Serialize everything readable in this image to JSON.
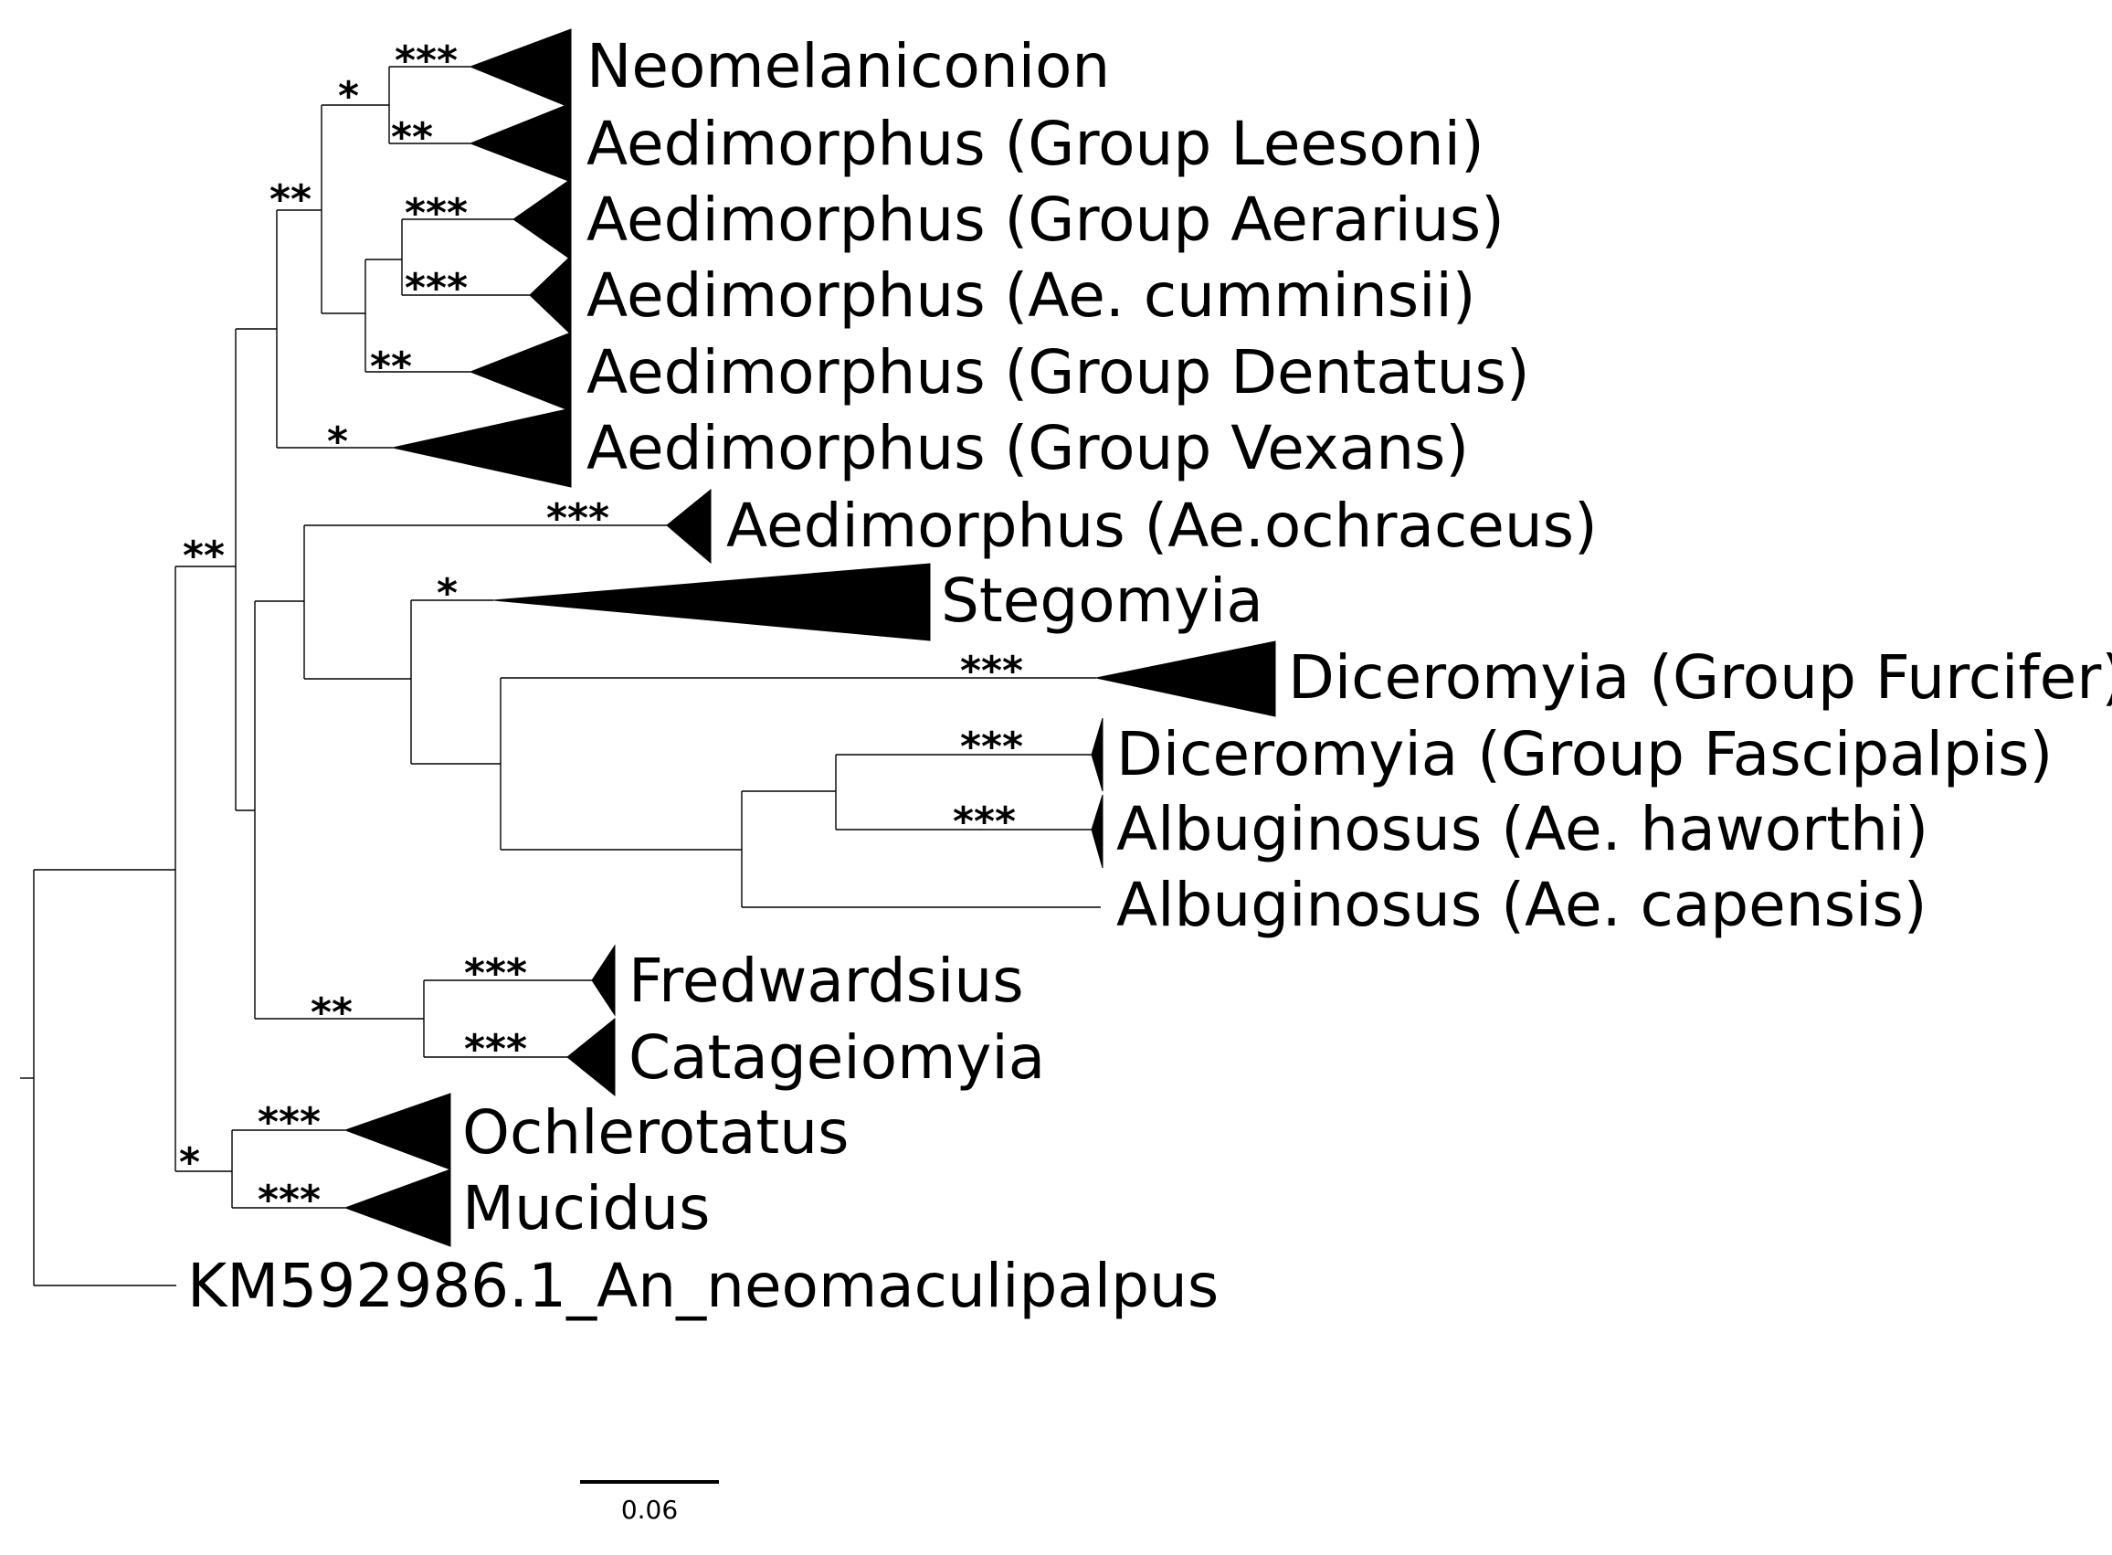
{
  "taxa": [
    "Neomelaniconion",
    "Aedimorphus (Group Leesoni)",
    "Aedimorphus (Group Aerarius)",
    "Aedimorphus (Ae. cumminsii)",
    "Aedimorphus (Group Dentatus)",
    "Aedimorphus (Group Vexans)",
    "Aedimorphus (Ae.ochraceus)",
    "Stegomyia",
    "Diceromyia (Group Furcifer)",
    "Diceromyia (Group Fascipalpis)",
    "Albuginosus (Ae. haworthi)",
    "Albuginosus (Ae. capensis)",
    "Fredwardsius",
    "Catageiomyia",
    "Ochlerotatus",
    "Mucidus",
    "KM592986.1_An_neomaculipalpus"
  ],
  "support_values": {
    "neomelaniconion": "***",
    "leesoni": "**",
    "neomelaniconion_leesoni": "*",
    "aerarius": "***",
    "cumminsii": "***",
    "dentatus": "**",
    "core_aedimorphus": "**",
    "vexans": "*",
    "ochraceus": "***",
    "stegomyia": "*",
    "furcifer": "***",
    "fascipalpis": "***",
    "haworthi": "***",
    "fredwardsius_catageiomyia": "**",
    "fredwardsius": "***",
    "catageiomyia": "***",
    "aedes_main": "**",
    "ochlerotatus_mucidus": "*",
    "ochlerotatus": "***",
    "mucidus": "***"
  },
  "scale_bar": {
    "label": "0.06"
  }
}
